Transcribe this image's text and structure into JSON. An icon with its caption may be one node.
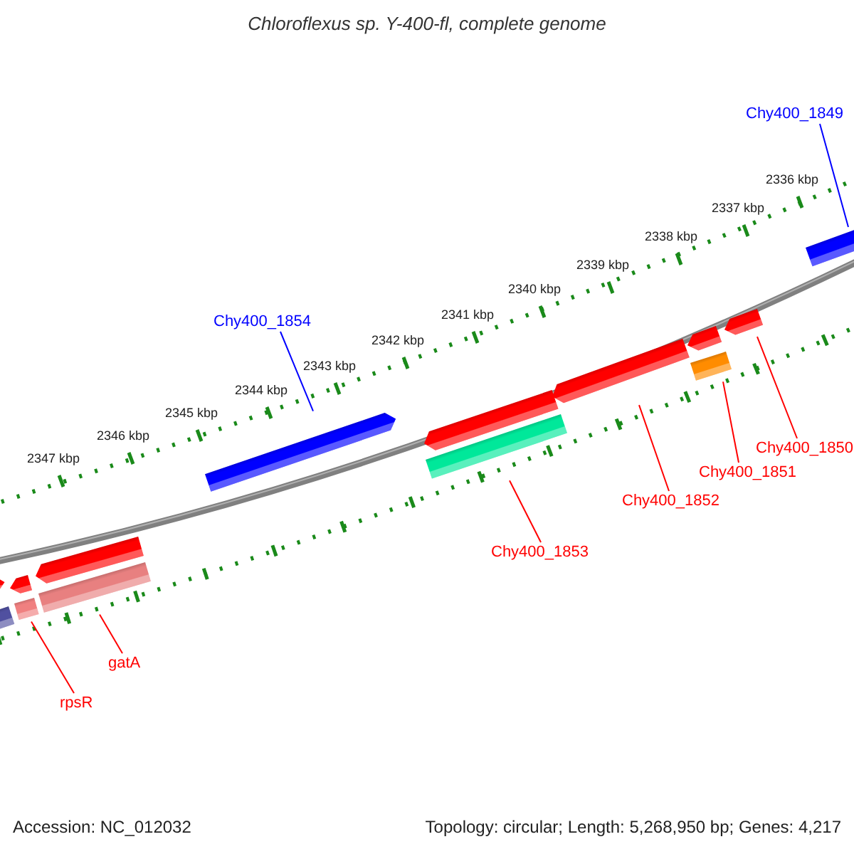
{
  "diagram": {
    "title": "Chloroflexus sp. Y-400-fl, complete genome",
    "nodes": [
      {
        "text": [
          "Chy400_1849"
        ]
      },
      {
        "text": [],
        "shape": "bar"
      },
      {
        "text": [
          "Chy400_1854"
        ]
      },
      {
        "text": [],
        "shape": "bar"
      },
      {
        "text": [],
        "shape": "bar"
      },
      {
        "text": [],
        "shape": "bar"
      },
      {
        "text": [],
        "shape": "bar"
      },
      {
        "text": [],
        "shape": "bar"
      },
      {
        "text": [],
        "shape": "bar"
      },
      {
        "text": [],
        "shape": "bar"
      },
      {
        "text": [
          "Chy400_1850"
        ]
      },
      {
        "text": [
          "Chy400_1851"
        ]
      },
      {
        "text": [
          "Chy400_1852"
        ]
      },
      {
        "text": [
          "Chy400_1853"
        ]
      },
      {
        "text": [],
        "shape": "bar"
      },
      {
        "text": [],
        "shape": "bar"
      },
      {
        "text": [],
        "shape": "bar"
      },
      {
        "text": [],
        "shape": "bar"
      },
      {
        "text": [],
        "shape": "bar"
      },
      {
        "text": [],
        "shape": "bar"
      },
      {
        "text": [
          "gatA"
        ]
      },
      {
        "text": [
          "rpsR"
        ]
      }
    ],
    "edges": [
      {
        "from": 0,
        "to": 1,
        "arrow": "none",
        "color": "#0000ff"
      },
      {
        "from": 2,
        "to": 3,
        "arrow": "none",
        "color": "#0000ff"
      },
      {
        "from": 10,
        "to": 7,
        "arrow": "none"
      },
      {
        "from": 11,
        "to": 8,
        "arrow": "none"
      },
      {
        "from": 12,
        "to": 5,
        "arrow": "none"
      },
      {
        "from": 13,
        "to": 9,
        "arrow": "none"
      },
      {
        "from": 20,
        "to": 16,
        "arrow": "none"
      },
      {
        "from": 21,
        "to": 17,
        "arrow": "none"
      }
    ],
    "labels": [
      "2336 kbp",
      "2337 kbp",
      "2338 kbp",
      "2339 kbp",
      "2340 kbp",
      "2341 kbp",
      "2342 kbp",
      "2343 kbp",
      "2344 kbp",
      "2345 kbp",
      "2346 kbp",
      "2347 kbp",
      "Accession: NC_012032",
      "Topology: circular; Length: 5,268,950 bp; Genes: 4,217"
    ]
  }
}
